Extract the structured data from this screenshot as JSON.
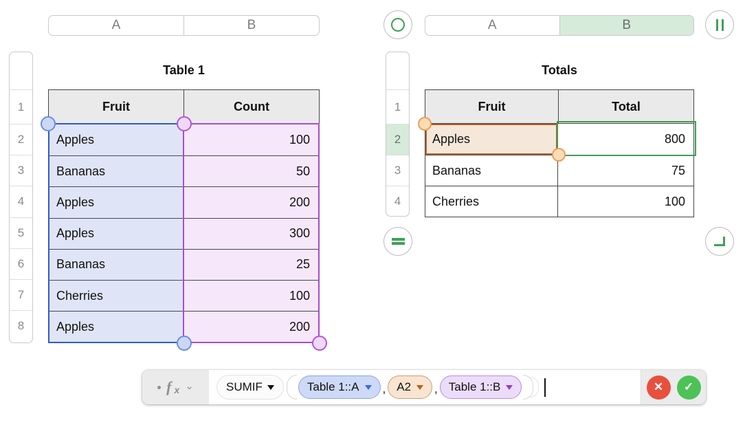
{
  "left_panel": {
    "column_header": {
      "a": "A",
      "b": "B"
    },
    "row_numbers": [
      "1",
      "2",
      "3",
      "4",
      "5",
      "6",
      "7",
      "8"
    ],
    "table": {
      "title": "Table 1",
      "headers": {
        "fruit": "Fruit",
        "count": "Count"
      },
      "rows": [
        {
          "fruit": "Apples",
          "count": "100"
        },
        {
          "fruit": "Bananas",
          "count": "50"
        },
        {
          "fruit": "Apples",
          "count": "200"
        },
        {
          "fruit": "Apples",
          "count": "300"
        },
        {
          "fruit": "Bananas",
          "count": "25"
        },
        {
          "fruit": "Cherries",
          "count": "100"
        },
        {
          "fruit": "Apples",
          "count": "200"
        }
      ]
    }
  },
  "right_panel": {
    "column_header": {
      "a": "A",
      "b": "B"
    },
    "row_numbers": [
      "1",
      "2",
      "3",
      "4"
    ],
    "table": {
      "title": "Totals",
      "headers": {
        "fruit": "Fruit",
        "total": "Total"
      },
      "rows": [
        {
          "fruit": "Apples",
          "total": "800"
        },
        {
          "fruit": "Bananas",
          "total": "75"
        },
        {
          "fruit": "Cherries",
          "total": "100"
        }
      ]
    }
  },
  "formula_bar": {
    "dot": "",
    "fx_f": "f",
    "fx_x": "x",
    "chevron": "⌄",
    "function_name": "SUMIF",
    "comma": ",",
    "args": [
      {
        "label": "Table 1::A",
        "color": "blue"
      },
      {
        "label": "A2",
        "color": "orange"
      },
      {
        "label": "Table 1::B",
        "color": "purple"
      }
    ],
    "cancel_icon": "✕",
    "confirm_icon": "✓"
  },
  "colors": {
    "accent_green": "#3da257",
    "blue_selection": "#2e5ad1",
    "purple_selection": "#ab4ad1",
    "orange_selection": "#b5622a",
    "cancel_red": "#e8503e",
    "confirm_green": "#4cc257"
  }
}
